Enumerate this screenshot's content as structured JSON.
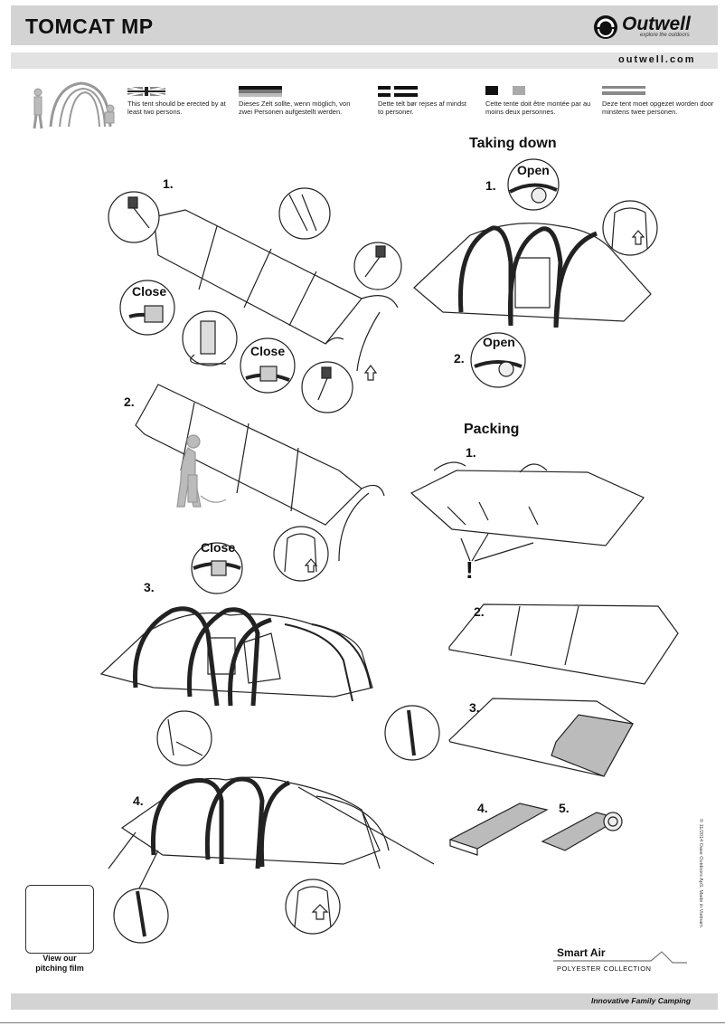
{
  "header": {
    "title": "TOMCAT MP",
    "brand": "Outwell",
    "brand_tagline": "explore the outdoors",
    "url": "outwell.com"
  },
  "languages": [
    {
      "lang": "en",
      "text": "This tent should be erected by at least two persons."
    },
    {
      "lang": "de",
      "text": "Dieses Zelt sollte, wenn möglich, von zwei Personen aufgestellt werden."
    },
    {
      "lang": "da",
      "text": "Dette telt bør rejses af mindst to personer."
    },
    {
      "lang": "fr",
      "text": "Cette tente doit être montée par au moins deux personnes."
    },
    {
      "lang": "nl",
      "text": "Deze tent moet opgezet worden door minstens twee personen."
    }
  ],
  "pitching": {
    "steps": [
      "1.",
      "2.",
      "3.",
      "4."
    ],
    "labels": {
      "close_1": "Close",
      "close_2": "Close",
      "close_3": "Close"
    }
  },
  "taking_down": {
    "heading": "Taking down",
    "steps": [
      "1.",
      "2."
    ],
    "labels": {
      "open_1": "Open",
      "open_2": "Open"
    }
  },
  "packing": {
    "heading": "Packing",
    "steps": [
      "1.",
      "2.",
      "3.",
      "4.",
      "5."
    ],
    "warning": "!"
  },
  "qr": {
    "label_line1": "View our",
    "label_line2": "pitching film"
  },
  "footer": {
    "collection_name": "Smart Air",
    "collection_sub": "POLYESTER COLLECTION",
    "tagline": "Innovative Family Camping",
    "copyright": "© 11/2014 Oase Outdoors ApS. Made in Vietnam."
  }
}
